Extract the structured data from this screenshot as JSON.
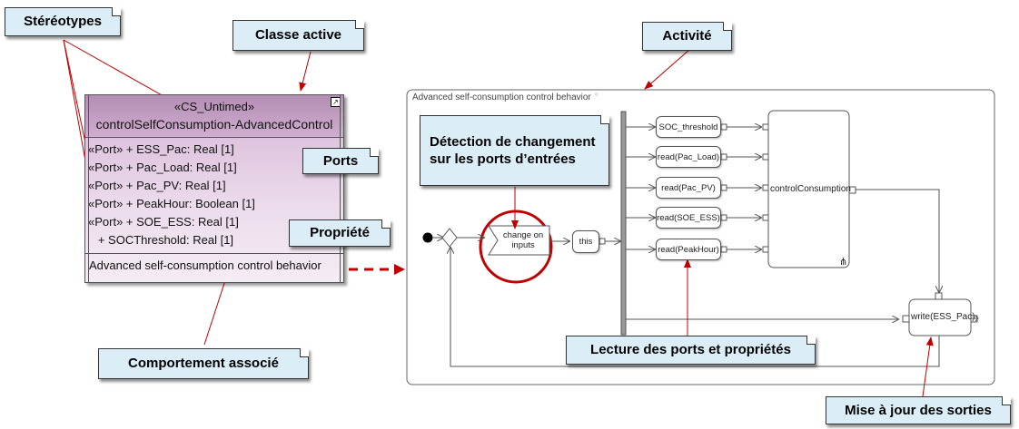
{
  "callouts": {
    "stereotypes": "Stéréotypes",
    "active_class": "Classe active",
    "activity": "Activité",
    "change_detection": "Détection de changement sur les ports  d’entrées",
    "ports": "Ports",
    "property": "Propriété",
    "associated_behavior": "Comportement associé",
    "reading": "Lecture des ports et propriétés",
    "update_outputs": "Mise à jour des sorties"
  },
  "class_box": {
    "stereotype": "«CS_Untimed»",
    "name": "controlSelfConsumption-AdvancedControl",
    "attributes": [
      "«Port»  + ESS_Pac: Real [1]",
      "«Port»  + Pac_Load: Real [1]",
      "«Port»  + Pac_PV: Real [1]",
      "«Port»  + PeakHour: Boolean [1]",
      "«Port»  + SOE_ESS: Real [1]",
      "   + SOCThreshold: Real [1]"
    ],
    "behavior": "Advanced self-consumption control behavior"
  },
  "activity": {
    "title": "Advanced self-consumption control behavior",
    "title_mark": "°",
    "accept_event": "change on inputs",
    "this_node": "this",
    "read_nodes": [
      "SOC_threshold",
      "read(Pac_Load)",
      "read(Pac_PV)",
      "read(SOE_ESS)",
      "read(PeakHour)"
    ],
    "call_behavior": "controlConsumption",
    "rake_icon": "⋔",
    "write_node": "write(ESS_Pac)"
  },
  "colors": {
    "callout_fill": "#dbeef7",
    "arrow_red": "#c00000",
    "class_header": "#b48db4"
  }
}
